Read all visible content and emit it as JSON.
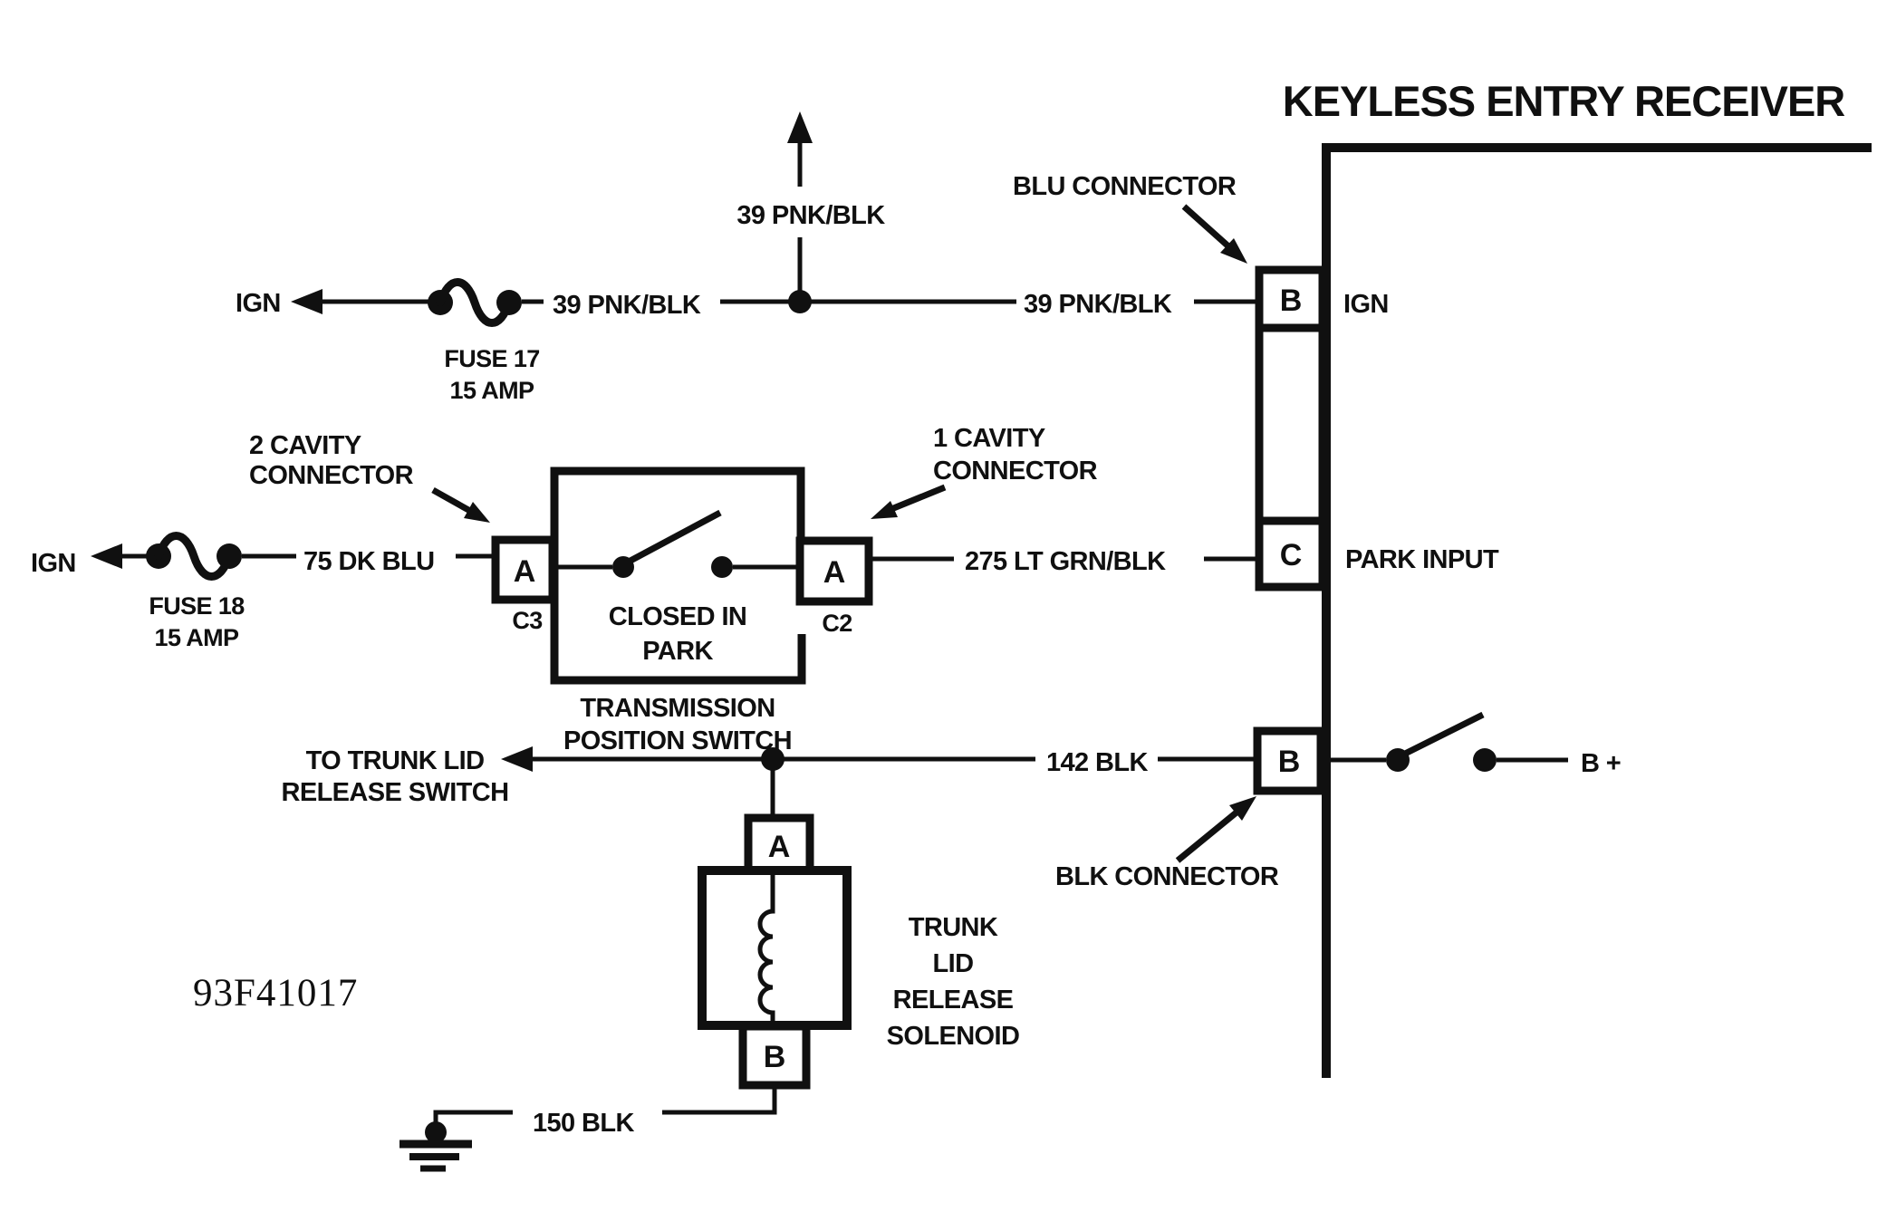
{
  "figure": {
    "title": "KEYLESS ENTRY RECEIVER",
    "id": "93F41017"
  },
  "row_ign_b": {
    "source": "IGN",
    "fuse_name": "FUSE 17",
    "fuse_rating": "15 AMP",
    "wire_label": "39 PNK/BLK",
    "branch_wire_label": "39 PNK/BLK",
    "receiver_wire_label": "39 PNK/BLK",
    "connector_label": "BLU CONNECTOR",
    "pin": "B",
    "pin_function": "IGN"
  },
  "row_park": {
    "source": "IGN",
    "fuse_name": "FUSE 18",
    "fuse_rating": "15 AMP",
    "feed_wire_label": "75 DK BLU",
    "two_cavity_line1": "2 CAVITY",
    "two_cavity_line2": "CONNECTOR",
    "c3_pin": "A",
    "c3_id": "C3",
    "switch_state_line1": "CLOSED IN",
    "switch_state_line2": "PARK",
    "switch_name_line1": "TRANSMISSION",
    "switch_name_line2": "POSITION SWITCH",
    "one_cavity_line1": "1 CAVITY",
    "one_cavity_line2": "CONNECTOR",
    "c2_pin": "A",
    "c2_id": "C2",
    "output_wire_label": "275 LT GRN/BLK",
    "pin": "C",
    "pin_function": "PARK INPUT"
  },
  "row_trunk": {
    "dest_line1": "TO TRUNK LID",
    "dest_line2": "RELEASE SWITCH",
    "wire_label": "142 BLK",
    "connector_label": "BLK CONNECTOR",
    "pin": "B",
    "battery_label": "B +"
  },
  "solenoid": {
    "pin_a": "A",
    "pin_b": "B",
    "name_line1": "TRUNK",
    "name_line2": "LID",
    "name_line3": "RELEASE",
    "name_line4": "SOLENOID",
    "ground_wire_label": "150 BLK"
  }
}
